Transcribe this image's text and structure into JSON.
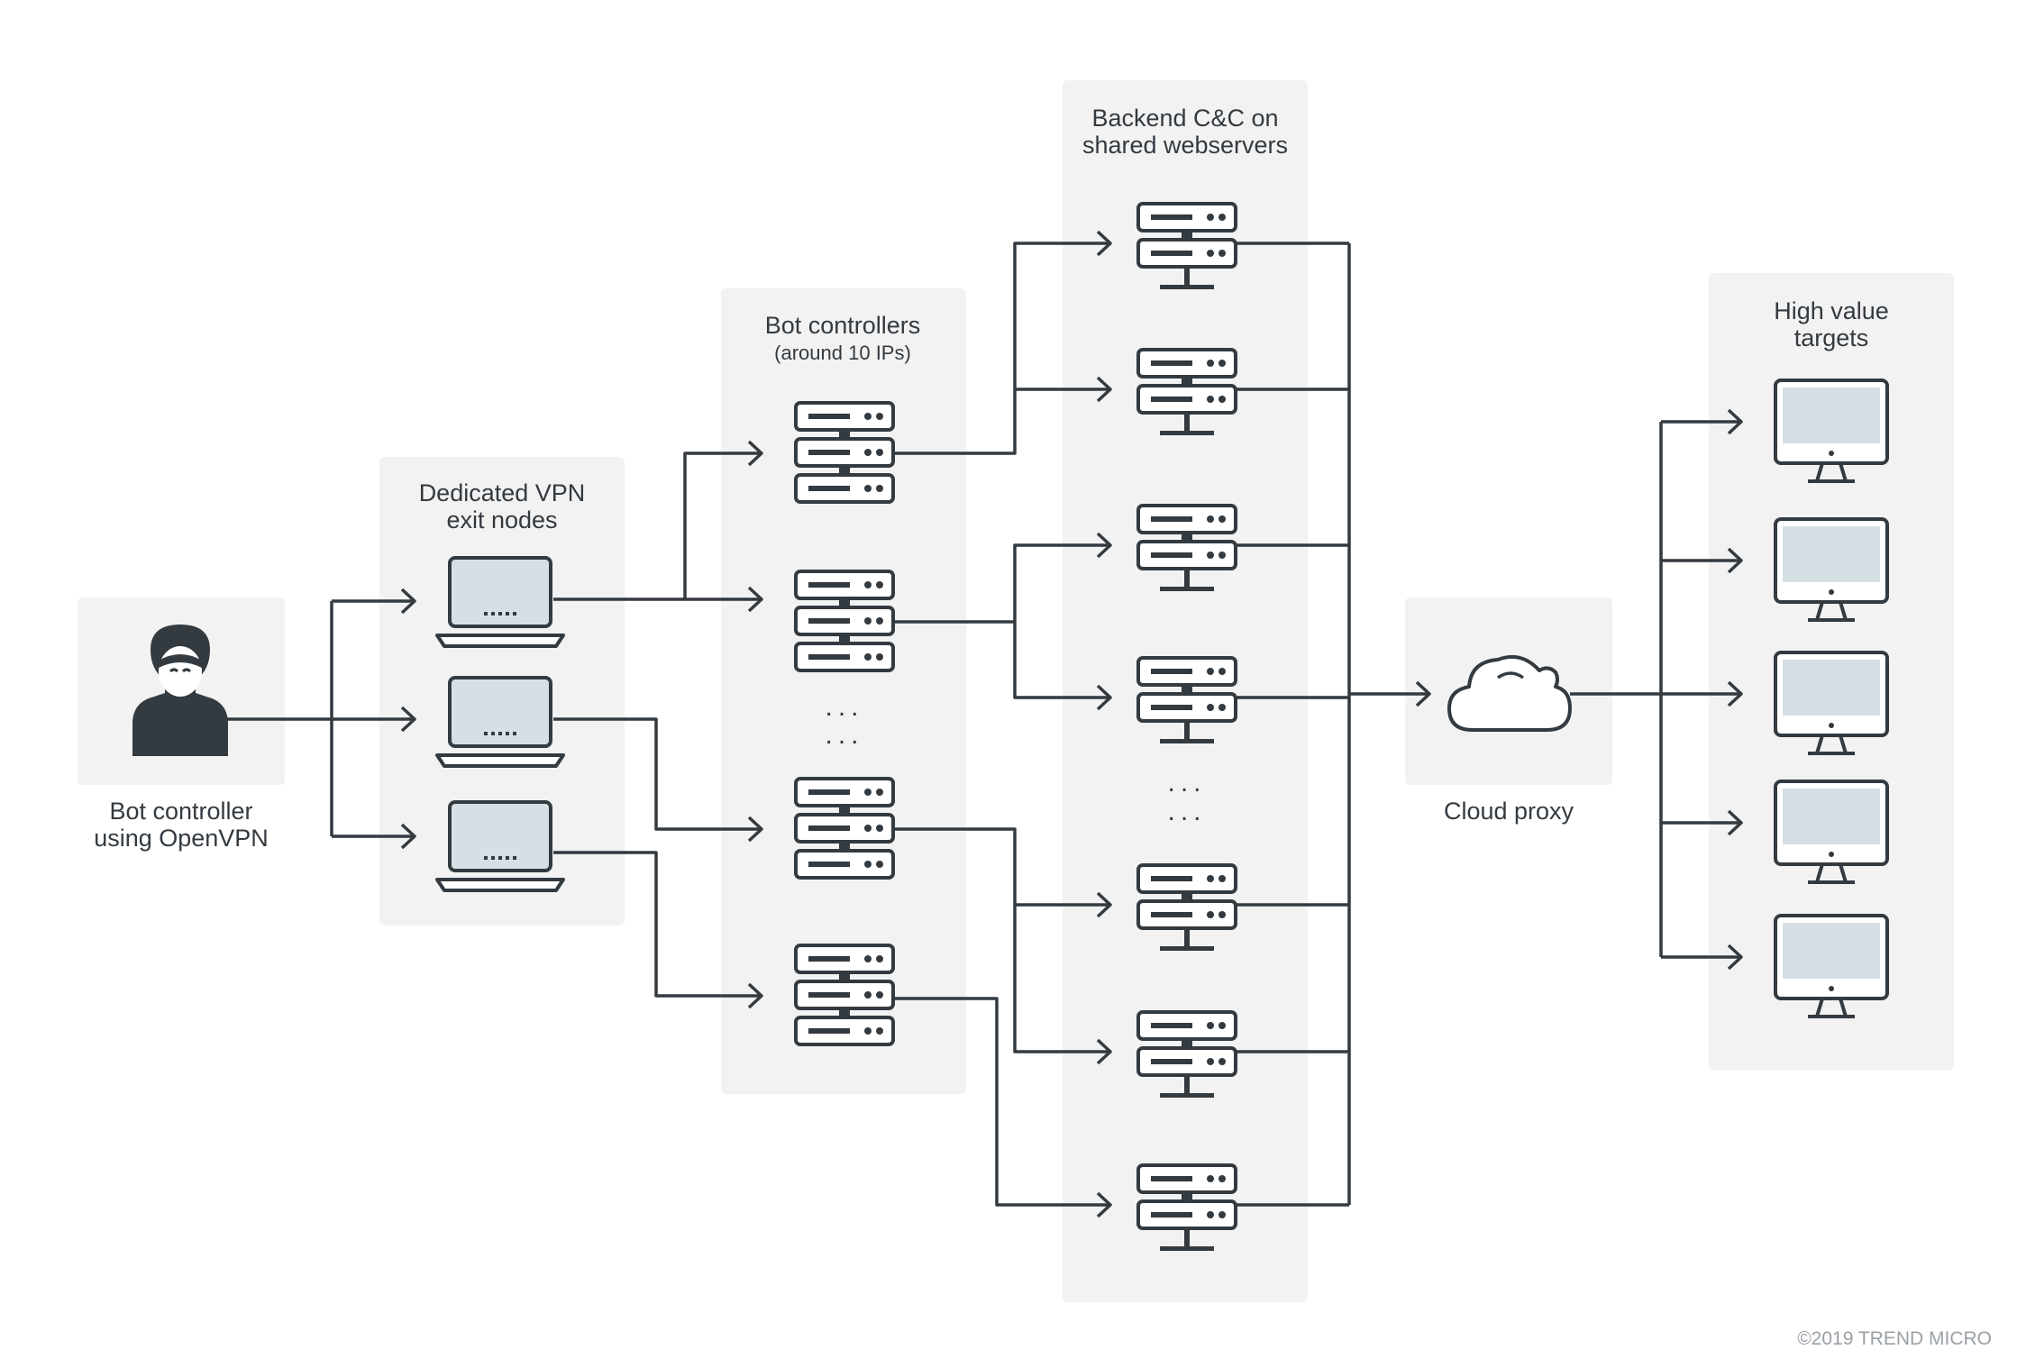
{
  "labels": {
    "bot_controller_line1": "Bot controller",
    "bot_controller_line2": "using OpenVPN",
    "vpn_line1": "Dedicated VPN",
    "vpn_line2": "exit nodes",
    "botctl_line1": "Bot controllers",
    "botctl_line2": "(around 10 IPs)",
    "cnc_line1": "Backend C&C on",
    "cnc_line2": "shared webservers",
    "cloud": "Cloud proxy",
    "targets_line1": "High value",
    "targets_line2": "targets",
    "ellipsis": "...",
    "copyright": "©2019 TREND MICRO"
  },
  "colors": {
    "stroke": "#333a40",
    "panel": "#f2f2f2",
    "screen": "#d5dfe4",
    "copyright": "#9aa0a6"
  },
  "icons": {
    "actor": "hooded-user-icon",
    "vpn_node": "laptop-icon",
    "controller": "server-stack-icon",
    "cnc_server": "web-server-icon",
    "proxy": "cloud-icon",
    "target": "desktop-monitor-icon"
  }
}
